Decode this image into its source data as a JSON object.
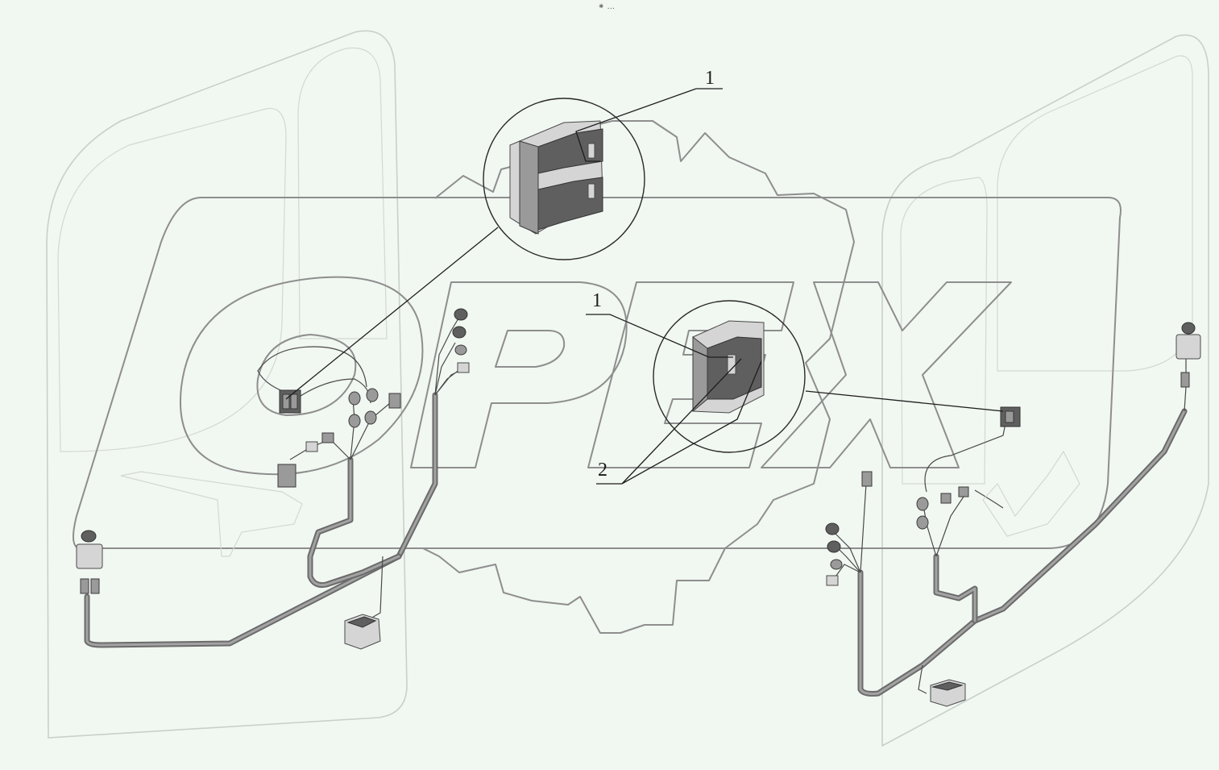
{
  "header": {
    "mark": "⁕ ..."
  },
  "watermark": {
    "text": "OPEX"
  },
  "callouts": [
    {
      "id": "callout-1-top",
      "label": "1"
    },
    {
      "id": "callout-1-middle",
      "label": "1"
    },
    {
      "id": "callout-2",
      "label": "2"
    }
  ],
  "colors": {
    "background": "#f1f7f1",
    "watermark": "#8e8e8e",
    "harness": "#6b6b6b",
    "leader": "#1e1e1e"
  }
}
